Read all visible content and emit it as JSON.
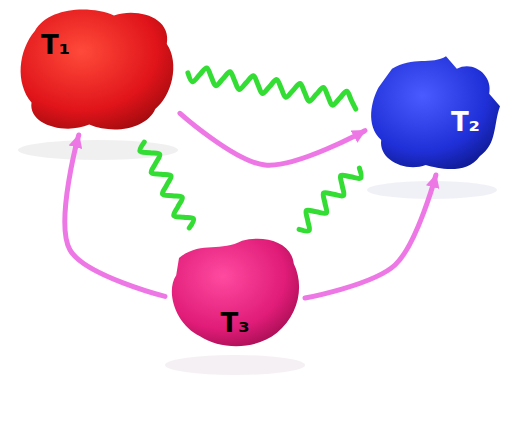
{
  "diagram": {
    "nodes": [
      {
        "text": [
          "T₁"
        ]
      },
      {
        "text": [
          "T₂"
        ]
      },
      {
        "text": [
          "T₃"
        ]
      }
    ],
    "edges": [
      {
        "from": 0,
        "to": 1,
        "arrow": "none"
      },
      {
        "from": 0,
        "to": 2,
        "arrow": "none"
      },
      {
        "from": 2,
        "to": 1,
        "arrow": "none"
      },
      {
        "from": 0,
        "to": 1,
        "arrow": "to"
      },
      {
        "from": 2,
        "to": 0,
        "arrow": "to"
      },
      {
        "from": 2,
        "to": 1,
        "arrow": "to"
      }
    ]
  }
}
